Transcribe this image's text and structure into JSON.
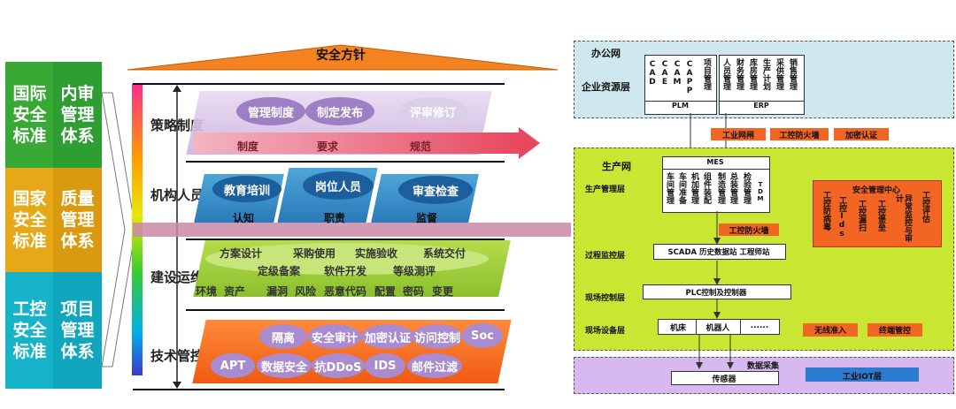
{
  "left_columns": {
    "standards": [
      "国际安全标准",
      "国家安全标准",
      "工控安全标准"
    ],
    "systems": [
      "内审管理体系",
      "质量管理体系",
      "项目管理体系"
    ]
  },
  "roof_title": "安全方针",
  "layers": [
    {
      "name": "策略制度",
      "items": [
        "管理制度",
        "制定发布",
        "评审修订"
      ],
      "tags": [
        "制度",
        "要求",
        "规范"
      ]
    },
    {
      "name": "机构人员",
      "items": [
        "教育培训",
        "岗位人员",
        "审查检查"
      ],
      "tags": [
        "认知",
        "职责",
        "监督"
      ]
    },
    {
      "name": "建设运维",
      "items": [
        "方案设计",
        "采购使用",
        "实施验收",
        "系统交付"
      ],
      "row2": [
        "定级备案",
        "软件开发",
        "等级测评"
      ],
      "row3": [
        "环境",
        "资产",
        "漏洞",
        "风险",
        "恶意代码",
        "配置",
        "密码",
        "变更"
      ]
    },
    {
      "name": "技术管控",
      "items": [
        "隔离",
        "安全审计",
        "加密认证",
        "访问控制",
        "Soc"
      ],
      "row2": [
        "APT",
        "数据安全",
        "抗DDoS",
        "IDS",
        "邮件过滤"
      ]
    }
  ],
  "right": {
    "office_net": {
      "title": "办公网",
      "layer": "企业资源层",
      "plm_items": [
        "CAD",
        "CAE",
        "CAM",
        "CAPP",
        "项目管理"
      ],
      "plm_label": "PLM",
      "erp_items": [
        "人员管理",
        "财务管理",
        "库房管理",
        "生产计划",
        "采供管理",
        "销售管理"
      ],
      "erp_label": "ERP"
    },
    "boundary_tags": [
      "工业网闸",
      "工控防火墙",
      "加密认证"
    ],
    "prod_net": {
      "title": "生产网",
      "mgmt_layer": "生产管理层",
      "mes_label": "MES",
      "mes_items": [
        "车间管理",
        "车间准备",
        "机加管理",
        "组件装配",
        "制造管理",
        "总装管理",
        "检验管理",
        "TDM"
      ],
      "firewall": "工控防火墙",
      "security_center": {
        "title": "安全管理中心",
        "items": [
          "工控防病毒",
          "工控Ids",
          "工控漏扫",
          "工控堡垒",
          "异常监控与审计",
          "工控评估"
        ]
      },
      "monitor_layer": "过程监控层",
      "monitor_box": "SCADA 历史数据站  工程师站",
      "control_layer": "现场控制层",
      "control_box": "PLC控制及控制器",
      "device_layer": "现场设备层",
      "devices": [
        "机床",
        "机器人",
        "......"
      ],
      "bottom_tags": [
        "无线准入",
        "终端管控"
      ]
    },
    "data_collect": {
      "title": "数据采集",
      "sensor": "传感器",
      "iot": "工业IOT层"
    }
  }
}
